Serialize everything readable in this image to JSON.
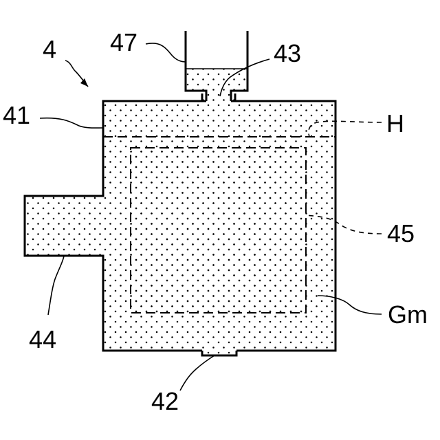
{
  "labels": {
    "unit": "4",
    "pipe": "47",
    "port_top": "43",
    "body": "41",
    "level": "H",
    "region": "45",
    "material": "Gm",
    "side": "44",
    "port_bottom": "42"
  }
}
